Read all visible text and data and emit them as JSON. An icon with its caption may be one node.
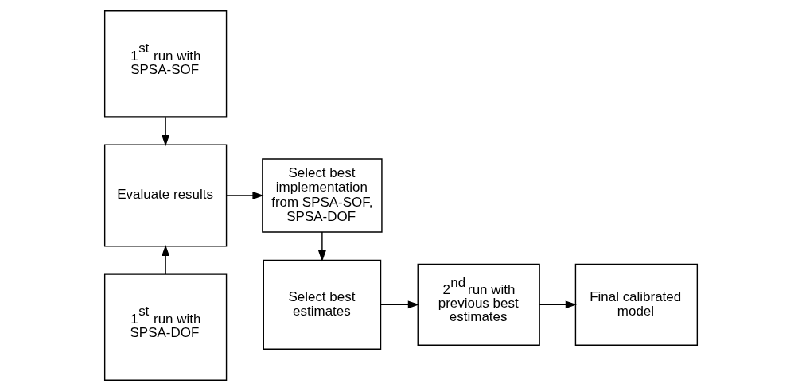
{
  "diagram": {
    "nodes": [
      {
        "text": [
          "1$^{st}$ run with SPSA-SOF"
        ]
      },
      {
        "text": [
          "Evaluate results"
        ]
      },
      {
        "text": [
          "1$^{st}$ run with SPSA-DOF"
        ]
      },
      {
        "text": [
          "Select best implementation from SPSA-SOF, SPSA-DOF"
        ]
      },
      {
        "text": [
          "Select best estimates"
        ]
      },
      {
        "text": [
          "2$^{nd}$ run with previous best estimates"
        ]
      },
      {
        "text": [
          "Final calibrated model"
        ]
      }
    ],
    "edges": [
      {
        "from": 0,
        "to": 1,
        "arrow": "to"
      },
      {
        "from": 2,
        "to": 1,
        "arrow": "to"
      },
      {
        "from": 1,
        "to": 3,
        "arrow": "to"
      },
      {
        "from": 3,
        "to": 4,
        "arrow": "to"
      },
      {
        "from": 4,
        "to": 5,
        "arrow": "to"
      },
      {
        "from": 5,
        "to": 6,
        "arrow": "to"
      }
    ]
  }
}
